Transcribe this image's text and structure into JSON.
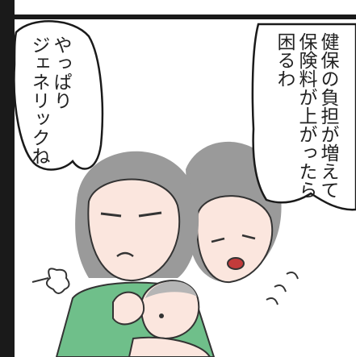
{
  "panel": {
    "border_color": "#1a1a1a",
    "bubble_fill": "#ffffff"
  },
  "speech_right": {
    "lines": [
      "健保の負担が増えて",
      "保険料が上がったら",
      "困るわ"
    ]
  },
  "speech_left": {
    "lines": [
      "やっぱり",
      "ジェネリックね"
    ]
  },
  "characters": {
    "mother": {
      "shirt_color": "#6fbf8a",
      "hair_color": "#9a9a9a",
      "skin_color": "#fbe6de"
    },
    "daughter": {
      "hair_color": "#9a9a9a",
      "skin_color": "#fbe6de"
    },
    "baby": {
      "skin_color": "#fbe6de",
      "hair_color": "#b5b5b5"
    }
  }
}
